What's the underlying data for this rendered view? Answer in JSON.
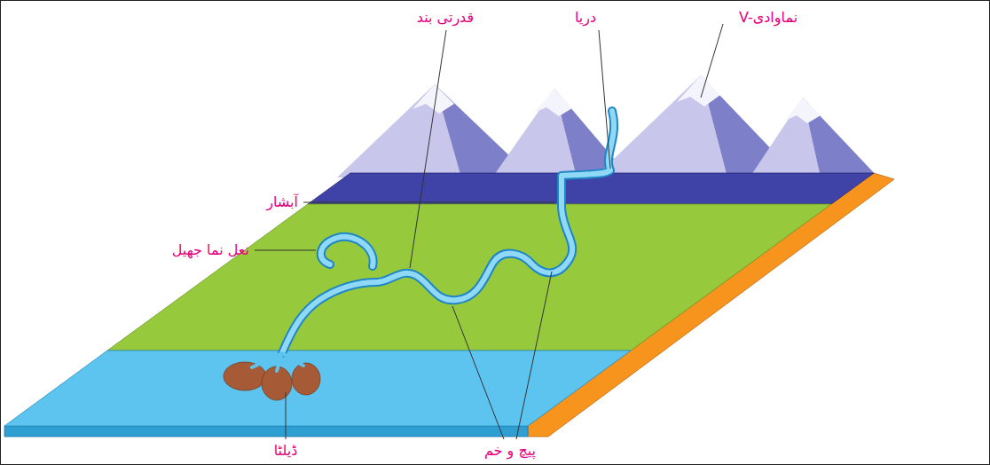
{
  "diagram": {
    "labels": [
      "V-نماوادی",
      "دریا",
      "قدرتی بند",
      "آبشار",
      "نعل نما جھیل",
      "ڈیلٹا",
      "پیچ و خم"
    ]
  }
}
